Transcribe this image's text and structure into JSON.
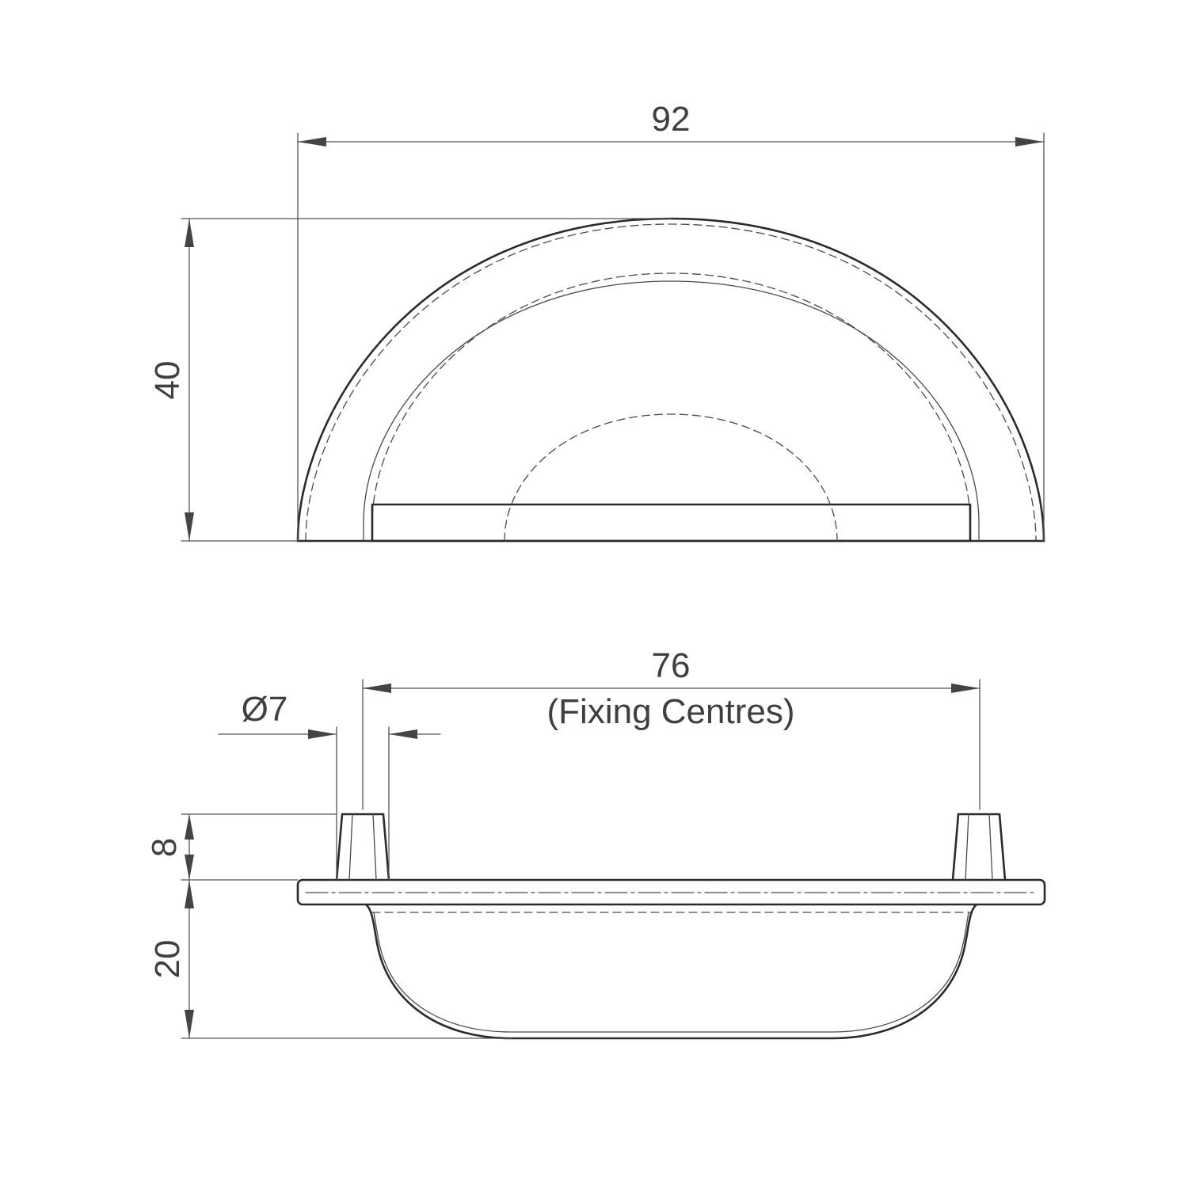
{
  "front_view": {
    "width_dim": "92",
    "height_dim": "40"
  },
  "side_view": {
    "centres_dim": "76",
    "centres_note": "(Fixing Centres)",
    "diameter_dim": "Ø7",
    "boss_height_dim": "8",
    "cup_depth_dim": "20"
  },
  "colors": {
    "line": "#2b2b2b",
    "dimension": "#555555",
    "background": "#ffffff"
  }
}
